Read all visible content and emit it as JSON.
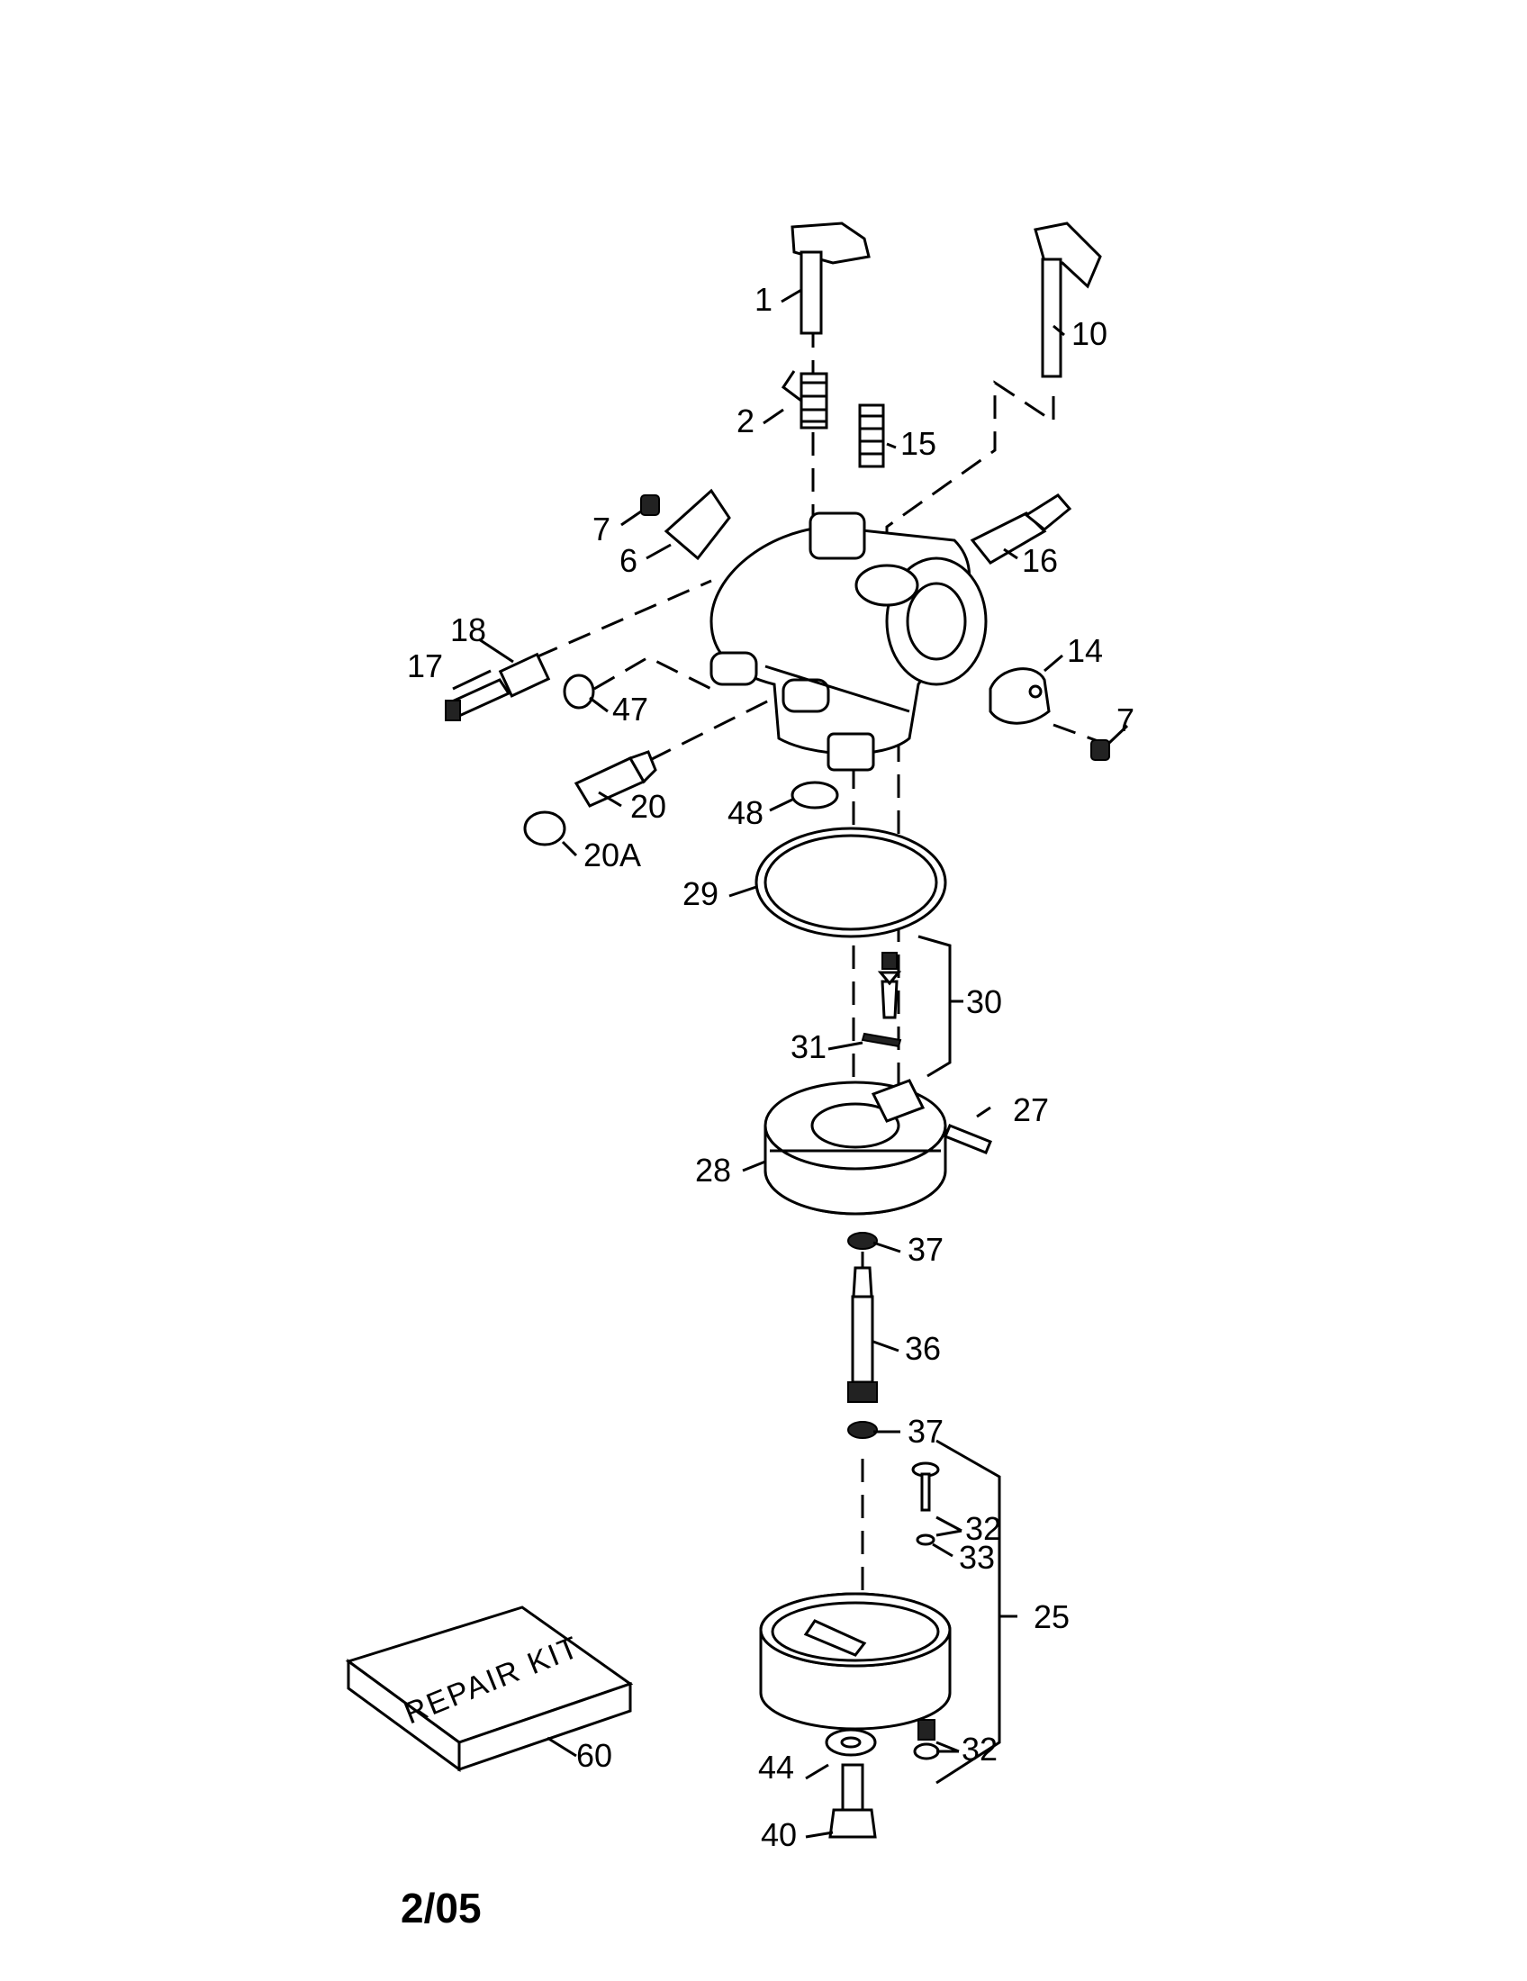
{
  "callouts": {
    "p1": "1",
    "p2": "2",
    "p6": "6",
    "p7a": "7",
    "p7b": "7",
    "p10": "10",
    "p14": "14",
    "p15": "15",
    "p16": "16",
    "p17": "17",
    "p18": "18",
    "p20": "20",
    "p20a": "20A",
    "p25": "25",
    "p27": "27",
    "p28": "28",
    "p29": "29",
    "p30": "30",
    "p31": "31",
    "p32a": "32",
    "p32b": "32",
    "p33": "33",
    "p36": "36",
    "p37a": "37",
    "p37b": "37",
    "p40": "40",
    "p44": "44",
    "p47": "47",
    "p48": "48",
    "p60": "60"
  },
  "repair_kit_label": "REPAIR KIT",
  "footer_date": "2/05"
}
